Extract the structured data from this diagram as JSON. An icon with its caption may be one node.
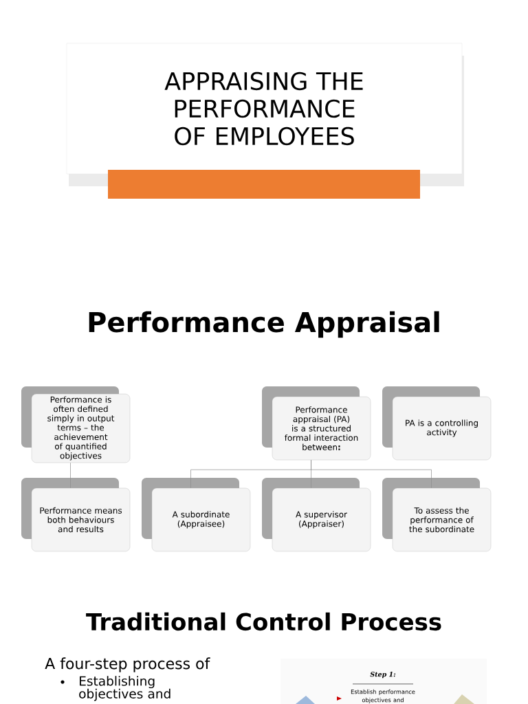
{
  "diagram": {
    "nodes": [
      {
        "text": [
          "APPRAISING THE PERFORMANCE OF EMPLOYEES"
        ]
      },
      {
        "text": [
          "Performance is often defined simply in output terms – the achievement of quantified objectives"
        ]
      },
      {
        "text": [
          "Performance appraisal (PA) is a structured formal interaction between**:**"
        ]
      },
      {
        "text": [
          "PA is a controlling activity"
        ]
      },
      {
        "text": [
          "Performance means both behaviours and results"
        ]
      },
      {
        "text": [
          "A subordinate (Appraisee)"
        ]
      },
      {
        "text": [
          "A supervisor (Appraiser)"
        ]
      },
      {
        "text": [
          "To assess the performance of the subordinate"
        ]
      },
      {
        "text": [
          "Step 1:",
          "Establish performance objectives and"
        ]
      }
    ],
    "edges": [
      {
        "from": 1,
        "to": 4,
        "arrow": "none"
      },
      {
        "from": 2,
        "to": 5,
        "arrow": "none"
      },
      {
        "from": 2,
        "to": 6,
        "arrow": "none"
      },
      {
        "from": 2,
        "to": 7,
        "arrow": "none"
      }
    ],
    "labels": [
      "Performance Appraisal",
      "Traditional Control Process",
      "A four-step process of",
      "Establishing objectives and"
    ]
  }
}
